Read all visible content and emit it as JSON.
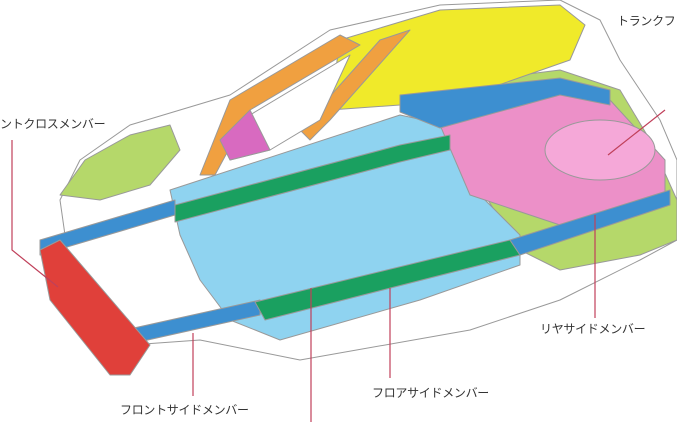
{
  "labels": {
    "front_cross_member": "ントクロスメンバー",
    "trunk_floor": "トランクフ",
    "rear_side_member": "リヤサイドメンバー",
    "floor_side_member": "フロアサイドメンバー",
    "front_side_member": "フロントサイドメンバー"
  },
  "colors": {
    "roof": "#f0ea2a",
    "pillar": "#f0a040",
    "panel_green": "#b5d86a",
    "floor": "#8fd3f0",
    "side_rail": "#3d8fd0",
    "floor_rail": "#1aa060",
    "trunk": "#ec90c8",
    "cross_member": "#e0403a",
    "leader": "#c0405a"
  }
}
